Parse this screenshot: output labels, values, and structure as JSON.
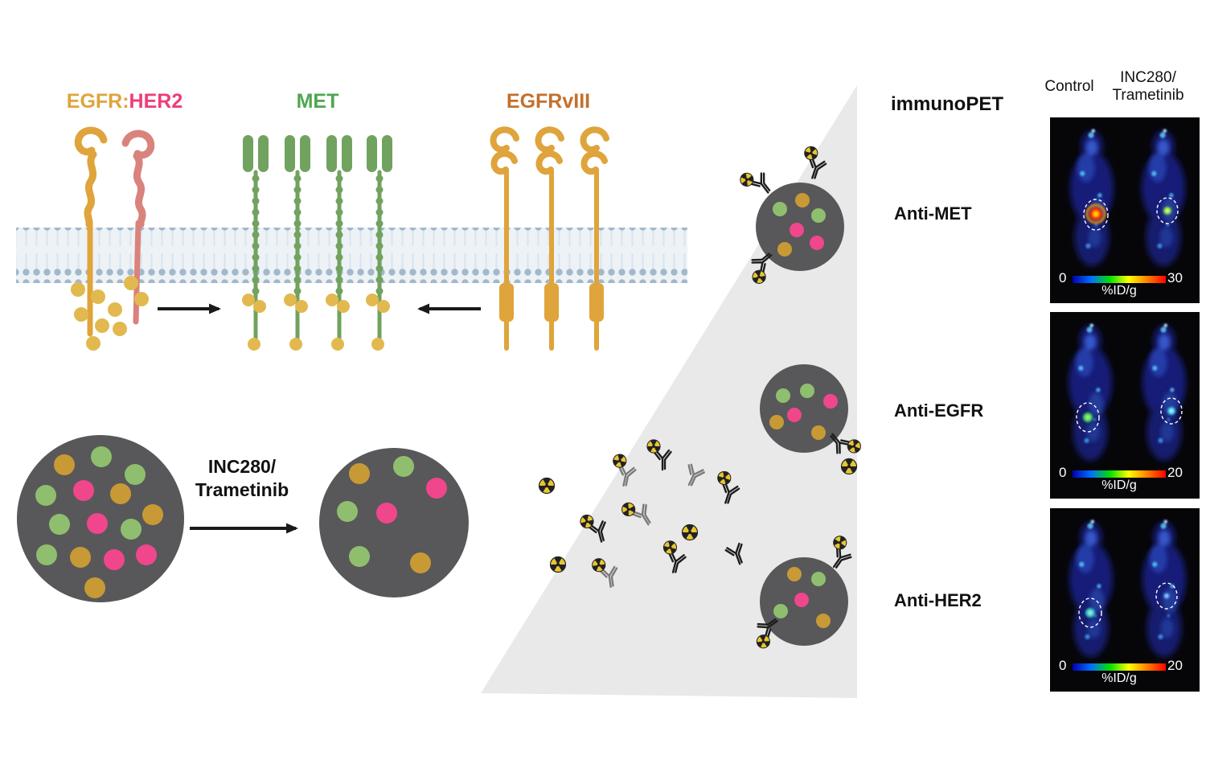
{
  "colors": {
    "egfr_orange": "#DFA43B",
    "her2_pink": "#EE3D77",
    "her2_salmon": "#D9837C",
    "met_green": "#71A25F",
    "met_label": "#4FA64F",
    "egfrviii_brown": "#C2702E",
    "phos_yellow": "#E2B94F",
    "membrane_dot": "#A3B8CA",
    "membrane_band": "#EDF2F6",
    "membrane_tail": "#D9E4EC",
    "tumor_gray": "#58585A",
    "dot_green": "#8FBF6E",
    "dot_pink": "#F0468C",
    "dot_orange": "#C89A35",
    "triangle_gray": "#E9E9E9",
    "trefoil_yellow": "#E8C531",
    "ink": "#1A1A1A"
  },
  "receptors": {
    "egfr_label": "EGFR:",
    "her2_label": "HER2",
    "met_label": "MET",
    "egfrviii_label": "EGFRvIII"
  },
  "treatment": {
    "line1": "INC280/",
    "line2": "Trametinib"
  },
  "pet": {
    "title": "immunoPET",
    "columns": {
      "control": "Control",
      "treated_line1": "INC280/",
      "treated_line2": "Trametinib"
    },
    "scale_colors": [
      "#0000B0",
      "#0070FF",
      "#00E000",
      "#FFFF00",
      "#FF8000",
      "#FF0000"
    ],
    "rows": [
      {
        "label": "Anti-MET",
        "scale_min": "0",
        "scale_unit": "%ID/g",
        "scale_max": "30"
      },
      {
        "label": "Anti-EGFR",
        "scale_min": "0",
        "scale_unit": "%ID/g",
        "scale_max": "20"
      },
      {
        "label": "Anti-HER2",
        "scale_min": "0",
        "scale_unit": "%ID/g",
        "scale_max": "20"
      }
    ]
  }
}
